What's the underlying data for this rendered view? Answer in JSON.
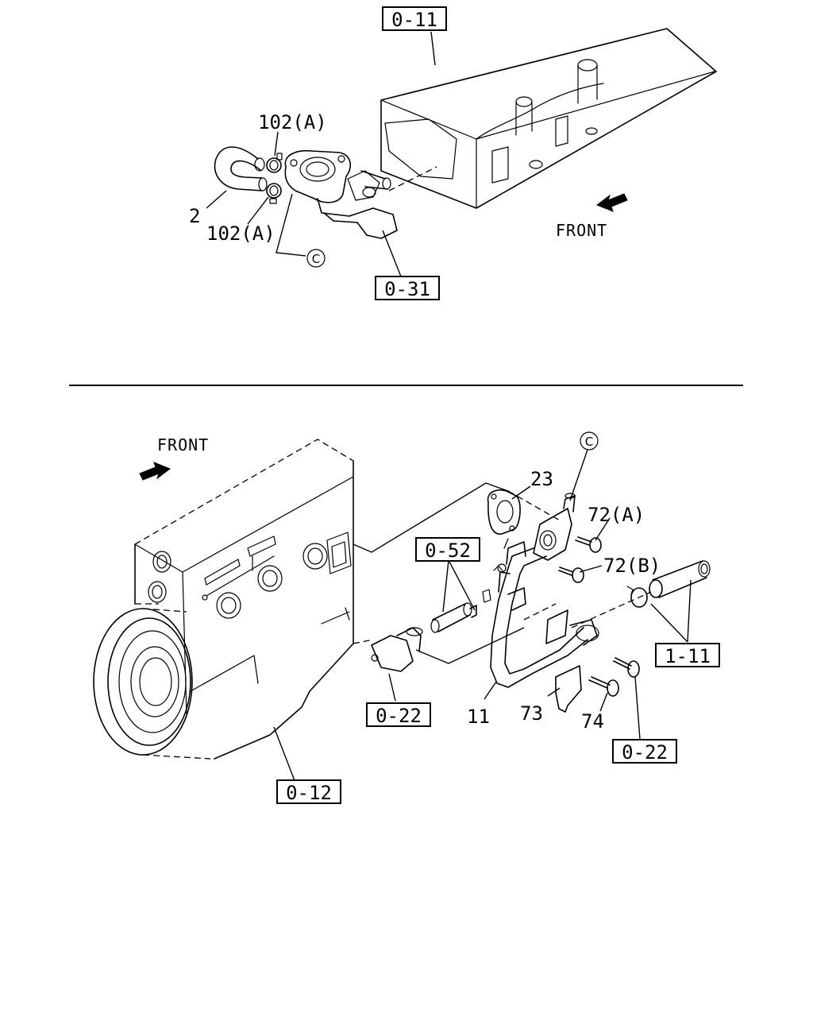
{
  "top_view": {
    "refs": {
      "r011": "0-11",
      "r031": "0-31"
    },
    "labels": {
      "p2": "2",
      "p102a": "102(A)",
      "p102b": "102(A)",
      "front": "FRONT",
      "circle_c": "C"
    }
  },
  "bottom_view": {
    "refs": {
      "r052": "0-52",
      "r022a": "0-22",
      "r022b": "0-22",
      "r012": "0-12",
      "r111": "1-11"
    },
    "labels": {
      "front": "FRONT",
      "circle_c": "C",
      "p23": "23",
      "p72a": "72(A)",
      "p72b": "72(B)",
      "p11": "11",
      "p73": "73",
      "p74": "74"
    }
  }
}
